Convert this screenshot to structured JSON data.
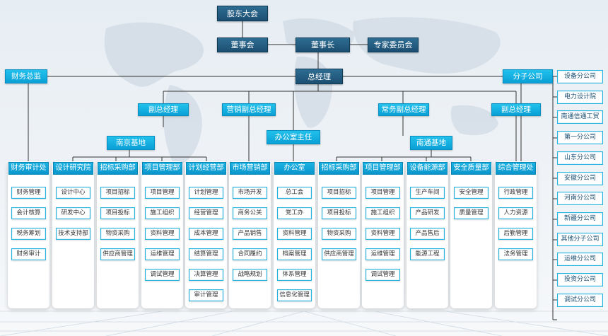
{
  "top": {
    "shareholders": "股东大会",
    "board": "董事会",
    "chairman": "董事长",
    "experts": "专家委员会",
    "gm": "总经理",
    "finance_director": "财务总监",
    "subsidiaries_label": "分子公司"
  },
  "second_level": {
    "vgm1": "副总经理",
    "marketing_vgm": "营销副总经理",
    "office_director": "办公室主任",
    "exec_vgm": "常务副总经理",
    "vgm2": "副总经理",
    "nanjing_base": "南京基地",
    "nantong_base": "南通基地"
  },
  "columns": [
    {
      "title": "财务审计处",
      "items": [
        "财务管理",
        "会计核算",
        "税务筹划",
        "财务审计"
      ]
    },
    {
      "title": "设计研究院",
      "items": [
        "设计中心",
        "研发中心",
        "技术支持部"
      ]
    },
    {
      "title": "招标采购部",
      "items": [
        "项目招标",
        "项目投标",
        "物资采购",
        "供应商管理"
      ]
    },
    {
      "title": "项目管理部",
      "items": [
        "项目管理",
        "施工组织",
        "资料管理",
        "运维管理",
        "调试管理"
      ]
    },
    {
      "title": "计划经营部",
      "items": [
        "计划管理",
        "经营管理",
        "成本管理",
        "结算管理",
        "决算管理",
        "审计管理"
      ]
    },
    {
      "title": "市场营销部",
      "items": [
        "市场开发",
        "商务公关",
        "产品销售",
        "合同履约",
        "战略规划"
      ]
    },
    {
      "title": "办公室",
      "items": [
        "总工会",
        "党工办",
        "资料管理",
        "档案管理",
        "体系管理",
        "信息化管理"
      ]
    },
    {
      "title": "招标采购部",
      "items": [
        "项目招标",
        "项目投标",
        "物资采购",
        "供应商管理"
      ]
    },
    {
      "title": "项目管理部",
      "items": [
        "项目管理",
        "施工组织",
        "资料管理",
        "运维管理",
        "调试管理"
      ]
    },
    {
      "title": "设备能源部",
      "items": [
        "生产车间",
        "产品研发",
        "产品售后",
        "能源工程"
      ]
    },
    {
      "title": "安全质量部",
      "items": [
        "安全管理",
        "质量管理"
      ]
    },
    {
      "title": "综合管理处",
      "items": [
        "行政管理",
        "人力资源",
        "后勤管理",
        "法务管理"
      ]
    }
  ],
  "subsidiaries": [
    "设备分公司",
    "电力设计院",
    "南通信通工贸",
    "第一分公司",
    "山东分公司",
    "安徽分公司",
    "河南分公司",
    "新疆分公司",
    "其他分子公司",
    "运维分公司",
    "投资分公司",
    "调试分公司"
  ],
  "colors": {
    "dark": "#1f5679",
    "accent": "#0aa0d6",
    "line": "#333333",
    "panel": "#ffffff"
  }
}
